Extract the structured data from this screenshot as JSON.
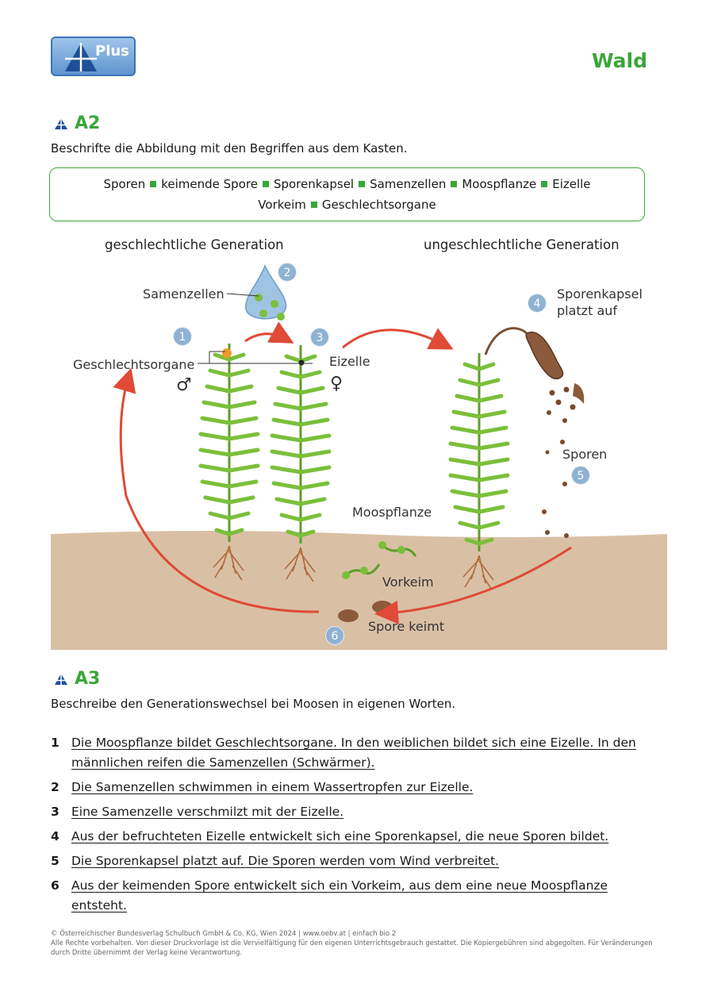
{
  "logo": {
    "text": "Plus"
  },
  "header": {
    "title": "Wald"
  },
  "task2": {
    "label": "A2",
    "instruction": "Beschrifte die Abbildung mit den Begriffen aus dem Kasten.",
    "words_line1": [
      "Sporen",
      "keimende Spore",
      "Sporenkapsel",
      "Samenzellen",
      "Moospflanze",
      "Eizelle"
    ],
    "words_line2": [
      "Vorkeim",
      "Geschlechtsorgane"
    ]
  },
  "figure": {
    "heading_left": "geschlechtliche Generation",
    "heading_right": "ungeschlechtliche Generation",
    "labels": {
      "samenzellen": "Samenzellen",
      "geschlechtsorgane": "Geschlechtsorgane",
      "eizelle": "Eizelle",
      "male_symbol": "♂",
      "female_symbol": "♀",
      "sporenkapsel_1": "Sporenkapsel",
      "sporenkapsel_2": "platzt auf",
      "sporen": "Sporen",
      "moospflanze": "Moospflanze",
      "vorkeim": "Vorkeim",
      "spore_keimt": "Spore keimt"
    },
    "badges": [
      "1",
      "2",
      "3",
      "4",
      "5",
      "6"
    ]
  },
  "task3": {
    "label": "A3",
    "instruction": "Beschreibe den Generationswechsel bei Moosen in eigenen Worten.",
    "answers": [
      {
        "num": "1",
        "text_line1": "Die Moospflanze bildet Geschlechtsorgane. In den weiblichen bildet sich eine Eizelle. In den",
        "text_line2": "männlichen reifen die Samenzellen (Schwärmer)."
      },
      {
        "num": "2",
        "text_line1": "Die Samenzellen schwimmen in einem Wassertropfen zur Eizelle."
      },
      {
        "num": "3",
        "text_line1": "Eine Samenzelle verschmilzt mit der Eizelle."
      },
      {
        "num": "4",
        "text_line1": "Aus der befruchteten Eizelle entwickelt sich eine Sporenkapsel, die neue Sporen bildet."
      },
      {
        "num": "5",
        "text_line1": "Die Sporenkapsel platzt auf. Die Sporen werden vom Wind verbreitet."
      },
      {
        "num": "6",
        "text_line1": "Aus der keimenden Spore entwickelt sich ein Vorkeim, aus dem eine neue Moospflanze entsteht."
      }
    ]
  },
  "footer": {
    "line1": "© Österreichischer Bundesverlag Schulbuch GmbH & Co. KG, Wien 2024 | www.oebv.at | einfach bio 2",
    "line2": "Alle Rechte vorbehalten. Von dieser Druckvorlage ist die Vervielfältigung für den eigenen Unterrichtsgebrauch gestattet. Die Kopiergebühren sind abgegolten. Für Veränderungen durch Dritte übernimmt der Verlag keine Verantwortung."
  },
  "colors": {
    "accent_green": "#3aa639",
    "logo_blue": "#3a74b8",
    "arrow_red": "#e04a36",
    "soil": "#d9c0a5",
    "moss": "#7bbf3a"
  }
}
